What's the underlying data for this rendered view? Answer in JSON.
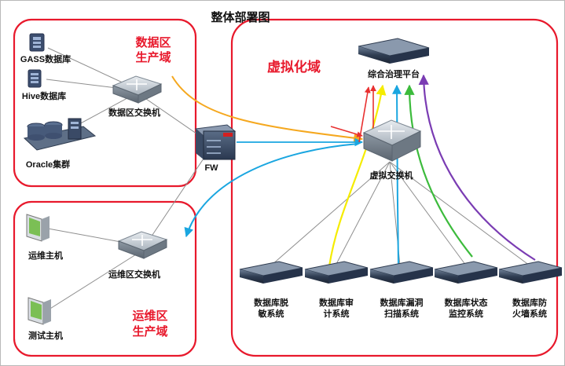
{
  "title": "整体部署图",
  "zones": {
    "data": {
      "label_line1": "数据区",
      "label_line2": "生产域",
      "color": "#e8192c"
    },
    "ops": {
      "label_line1": "运维区",
      "label_line2": "生产域",
      "color": "#e8192c"
    },
    "virtual": {
      "label": "虚拟化域",
      "color": "#e8192c"
    }
  },
  "nodes": {
    "gass_db": "GASS数据库",
    "hive_db": "Hive数据库",
    "oracle_cluster": "Oracle集群",
    "data_switch": "数据区交换机",
    "firewall": "FW",
    "ops_host": "运维主机",
    "test_host": "测试主机",
    "ops_switch": "运维区交换机",
    "platform": "综合治理平台",
    "virtual_switch": "虚拟交换机",
    "sys1_line1": "数据库脱",
    "sys1_line2": "敏系统",
    "sys2_line1": "数据库审",
    "sys2_line2": "计系统",
    "sys3_line1": "数据库漏洞",
    "sys3_line2": "扫描系统",
    "sys4_line1": "数据库状态",
    "sys4_line2": "监控系统",
    "sys5_line1": "数据库防",
    "sys5_line2": "火墙系统"
  },
  "flow_colors": {
    "orange": "#f5a81f",
    "blue": "#1aa6e0",
    "yellow": "#f5ec00",
    "green": "#3cbb3c",
    "purple": "#7a3cb3",
    "arrow_red": "#e83030"
  }
}
